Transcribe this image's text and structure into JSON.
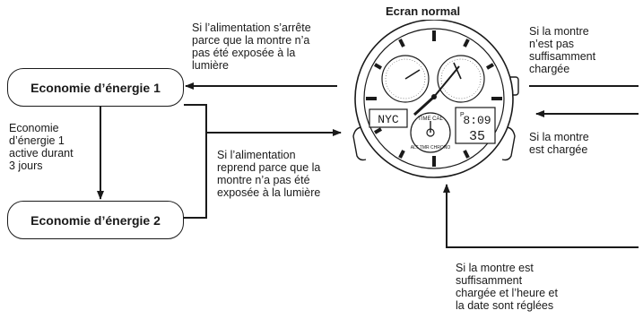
{
  "title": "Ecran normal",
  "boxes": {
    "eco1": "Economie d’énergie 1",
    "eco2": "Economie d’énergie 2"
  },
  "labels": {
    "stop_no_light": "Si l’alimentation s’arrête\nparce que la montre n’a\npas été exposée à la\nlumière",
    "eco1_active": "Economie\nd’énergie 1\nactive durant\n3 jours",
    "resume": "Si l’alimentation\nreprend parce que la\nmontre n’a pas été\nexposée à la lumière",
    "not_charged": "Si la montre\nn’est pas\nsuffisamment\nchargée",
    "charged": "Si la montre\nest chargée",
    "charged_set": "Si la montre est\nsuffisamment\nchargée et l’heure et\nla date sont réglées"
  },
  "watch": {
    "city": "NYC",
    "time": "8:09",
    "seconds": "35",
    "mode_p": "P",
    "ring_text": "TIME CAL",
    "ring_text_2": "ALT TMR CHRONO"
  },
  "colors": {
    "line": "#1a1a1a",
    "watch_fill": "#ffffff",
    "lcd_fill": "#e8e8e8"
  }
}
